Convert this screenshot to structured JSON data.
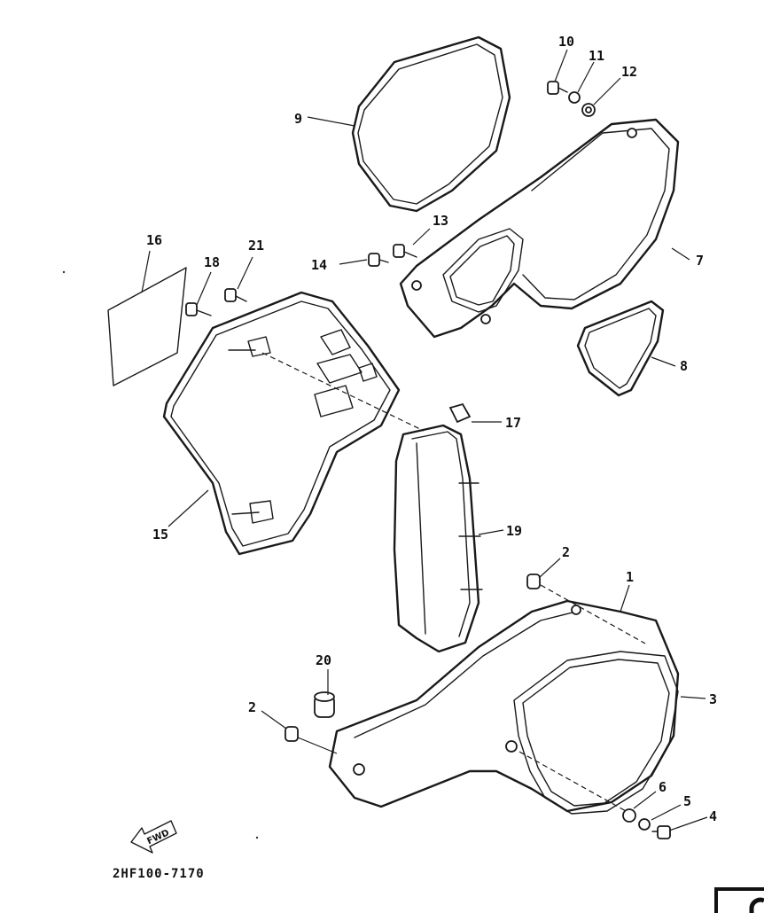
{
  "diagram_code": "2HF100-7170",
  "fwd_label": "FWD",
  "callouts": {
    "c1": "1",
    "c2a": "2",
    "c2b": "2",
    "c3": "3",
    "c4": "4",
    "c5": "5",
    "c6": "6",
    "c7": "7",
    "c8": "8",
    "c9": "9",
    "c10": "10",
    "c11": "11",
    "c12": "12",
    "c13": "13",
    "c14": "14",
    "c15": "15",
    "c16": "16",
    "c17": "17",
    "c18": "18",
    "c19": "19",
    "c20": "20",
    "c21": "21"
  }
}
